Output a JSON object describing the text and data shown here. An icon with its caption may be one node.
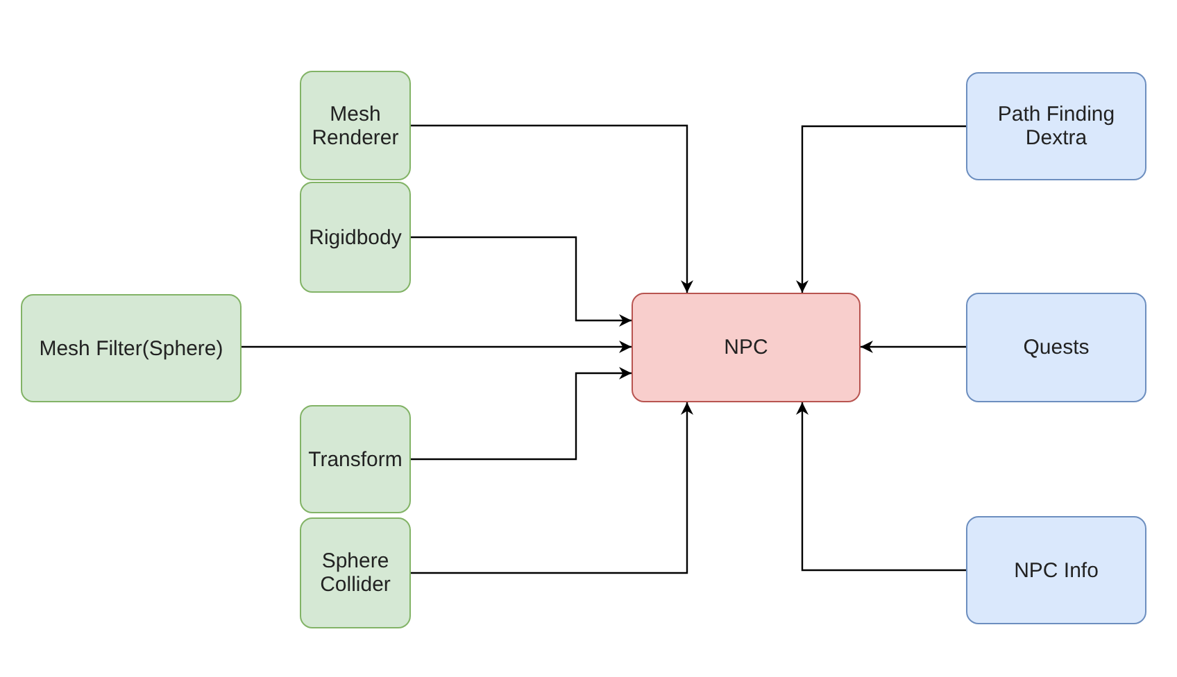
{
  "diagram": {
    "nodes": [
      {
        "text": [
          "Mesh Renderer"
        ]
      },
      {
        "text": [
          "Rigidbody"
        ]
      },
      {
        "text": [
          "Mesh Filter(Sphere)"
        ]
      },
      {
        "text": [
          "Transform"
        ]
      },
      {
        "text": [
          "Sphere Collider"
        ]
      },
      {
        "text": [
          "NPC"
        ]
      },
      {
        "text": [
          "Path Finding Dextra"
        ]
      },
      {
        "text": [
          "Quests"
        ]
      },
      {
        "text": [
          "NPC Info"
        ]
      }
    ],
    "edges": [
      {
        "from": 0,
        "to": 5,
        "arrow": "to"
      },
      {
        "from": 1,
        "to": 5,
        "arrow": "to"
      },
      {
        "from": 2,
        "to": 5,
        "arrow": "to"
      },
      {
        "from": 3,
        "to": 5,
        "arrow": "to"
      },
      {
        "from": 4,
        "to": 5,
        "arrow": "to"
      },
      {
        "from": 6,
        "to": 5,
        "arrow": "to"
      },
      {
        "from": 7,
        "to": 5,
        "arrow": "to"
      },
      {
        "from": 8,
        "to": 5,
        "arrow": "to"
      }
    ]
  }
}
